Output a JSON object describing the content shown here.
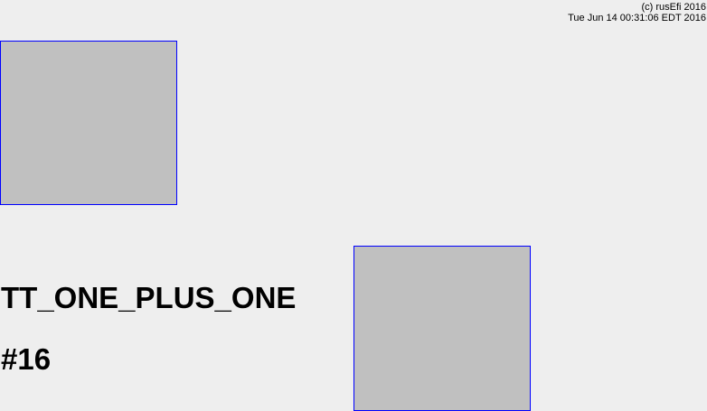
{
  "header": {
    "copyright": "(c) rusEfi 2016",
    "timestamp": "Tue Jun 14 00:31:06 EDT 2016"
  },
  "trigger": {
    "name": "TT_ONE_PLUS_ONE",
    "number": "#16"
  },
  "colors": {
    "background": "#eeeeee",
    "box_fill": "#c0c0c0",
    "box_border": "#0000ff"
  }
}
